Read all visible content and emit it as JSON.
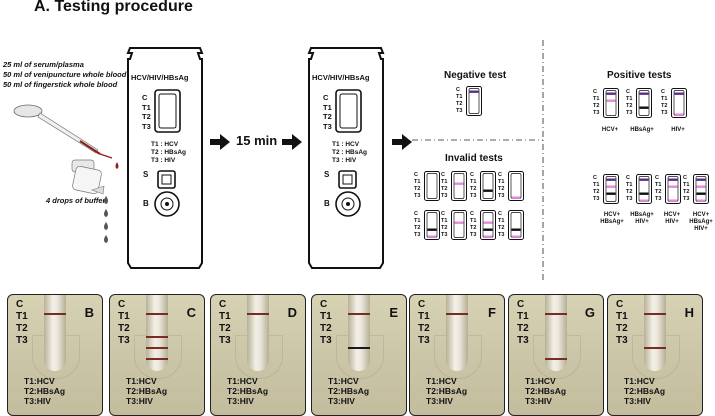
{
  "title": "A. Testing procedure",
  "sample_notes": [
    "25 ml of serum/plasma",
    "50 ml of venipuncture whole blood",
    "50 ml of fingerstick whole blood"
  ],
  "buffer_note": "4 drops of  buffer",
  "cassette": {
    "name": "HCV/HIV/HBsAg",
    "line_labels": [
      "C",
      "T1",
      "T2",
      "T3"
    ],
    "legend": [
      "T1 : HCV",
      "T2 : HBsAg",
      "T3 : HIV"
    ],
    "sample_well": "S",
    "buffer_well": "B"
  },
  "wait_label": "15 min",
  "negative_title": "Negative test",
  "invalid_title": "Invalid tests",
  "positive_title": "Positive tests",
  "mini_letters": [
    "C",
    "T1",
    "T2",
    "T3"
  ],
  "positive_labels": [
    "HCV+",
    "HBsAg+",
    "HIV+"
  ],
  "positive_combo_labels": [
    "HCV+\nHBsAg+",
    "HBsAg+\nHIV+",
    "HCV+\nHIV+",
    "HCV+\nHBsAg+\nHIV+"
  ],
  "photos": [
    {
      "letter": "B",
      "legend": [
        "T1:HCV",
        "T2:HBsAg",
        "T3:HIV"
      ]
    },
    {
      "letter": "C",
      "legend": [
        "T1:HCV",
        "T2:HBsAg",
        "T3:HIV"
      ]
    },
    {
      "letter": "D",
      "legend": [
        "T1:HCV",
        "T2:HBsAg",
        "T3:HIV"
      ]
    },
    {
      "letter": "E",
      "legend": [
        "T1:HCV",
        "T2:HBsAg",
        "T3:HIV"
      ]
    },
    {
      "letter": "F",
      "legend": [
        "T1:HCV",
        "T2:HBsAg",
        "T3:HIV"
      ]
    },
    {
      "letter": "G",
      "legend": [
        "T1:HCV",
        "T2:HBsAg",
        "T3:HIV"
      ]
    },
    {
      "letter": "H",
      "legend": [
        "T1:HCV",
        "T2:HBsAg",
        "T3:HIV"
      ]
    }
  ],
  "photo_line_labels": [
    "C",
    "T1",
    "T2",
    "T3"
  ],
  "colors": {
    "control": "#5b2d8c",
    "pink": "#e58ad8",
    "black": "#111111",
    "photo_line": "#7a2b22"
  }
}
